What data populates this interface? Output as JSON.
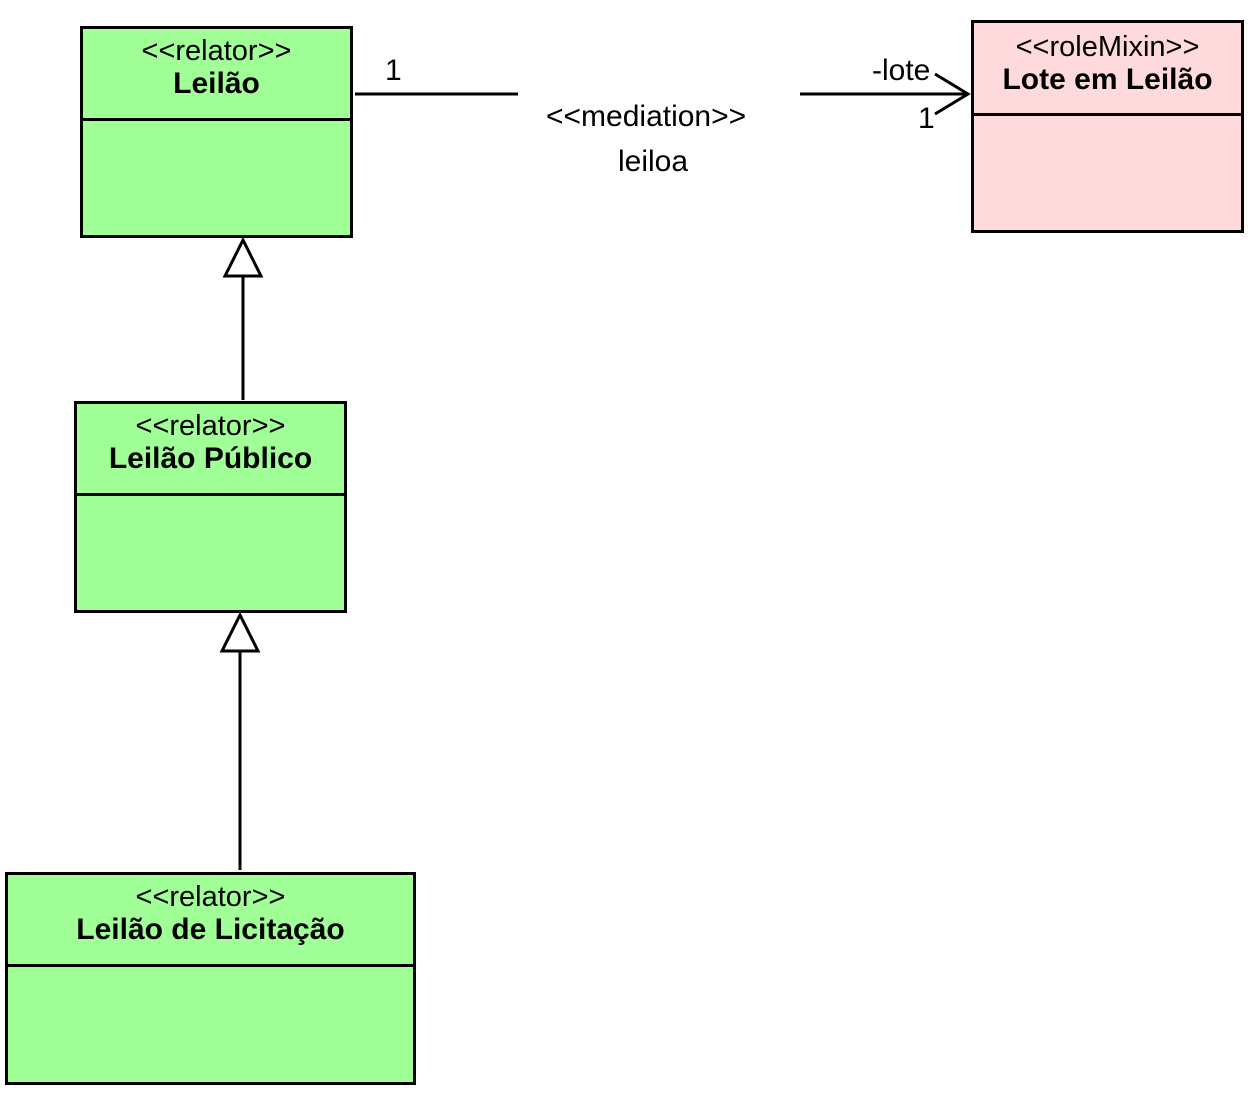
{
  "classes": {
    "leilao": {
      "stereotype": "<<relator>>",
      "name": "Leilão"
    },
    "leilao_publico": {
      "stereotype": "<<relator>>",
      "name": "Leilão Público"
    },
    "leilao_licitacao": {
      "stereotype": "<<relator>>",
      "name": "Leilão de Licitação"
    },
    "lote": {
      "stereotype": "<<roleMixin>>",
      "name": "Lote em Leilão"
    }
  },
  "association": {
    "stereotype": "<<mediation>>",
    "name": "leiloa",
    "source_multiplicity": "1",
    "target_role": "-lote",
    "target_multiplicity": "1"
  },
  "colors": {
    "relator_fill": "#a0ff96",
    "role_mixin_fill": "#ffdadc",
    "line": "#000000"
  }
}
